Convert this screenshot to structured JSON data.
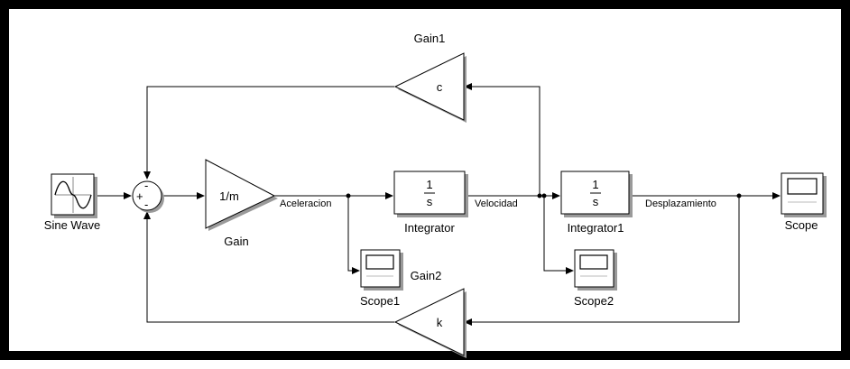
{
  "blocks": {
    "sine_wave": {
      "label": "Sine Wave"
    },
    "sum": {
      "plus": "+",
      "minus_top": "-",
      "minus_bottom": "-"
    },
    "gain": {
      "label": "Gain",
      "value": "1/m"
    },
    "gain1": {
      "label": "Gain1",
      "value": "c"
    },
    "gain2": {
      "label": "Gain2",
      "value": "k"
    },
    "integrator": {
      "label": "Integrator",
      "numerator": "1",
      "denominator": "s"
    },
    "integrator1": {
      "label": "Integrator1",
      "numerator": "1",
      "denominator": "s"
    },
    "scope": {
      "label": "Scope"
    },
    "scope1": {
      "label": "Scope1"
    },
    "scope2": {
      "label": "Scope2"
    }
  },
  "signals": {
    "aceleracion": "Aceleracion",
    "velocidad": "Velocidad",
    "desplazamiento": "Desplazamiento"
  }
}
